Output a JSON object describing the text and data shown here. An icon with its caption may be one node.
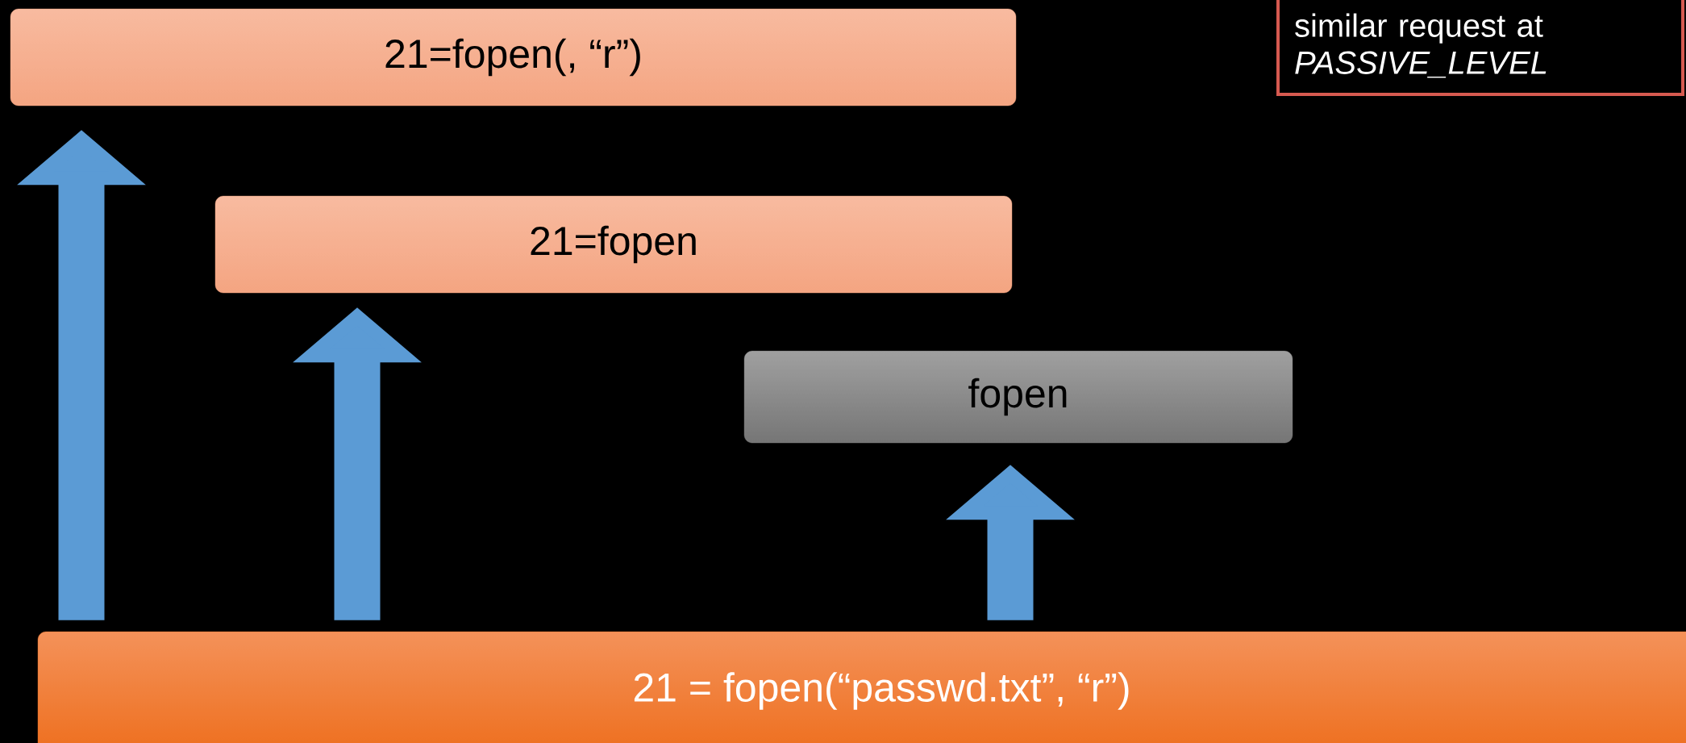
{
  "diagram": {
    "nodes": [
      {
        "text": [
          "21=fopen(, “r”)"
        ]
      },
      {
        "text": [
          "21=fopen"
        ]
      },
      {
        "text": [
          "fopen"
        ]
      },
      {
        "text": [
          "similar request at *PASSIVE_LEVEL*"
        ]
      },
      {
        "text": [
          "21 = fopen(“passwd.txt”, “r”)"
        ]
      }
    ],
    "edges": [
      {
        "from": 4,
        "to": 0,
        "arrow": "to"
      },
      {
        "from": 4,
        "to": 1,
        "arrow": "to"
      },
      {
        "from": 4,
        "to": 2,
        "arrow": "to"
      }
    ]
  }
}
